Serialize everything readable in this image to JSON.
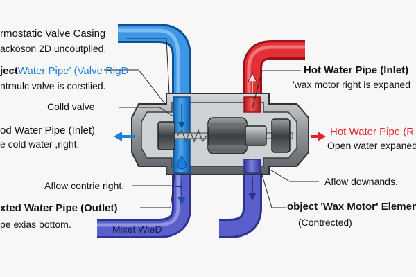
{
  "labels": {
    "casing_title": "rmostatic Valve Casing",
    "casing_sub": "ackoson 2D uncoutplied.",
    "valve_title_a": "ject",
    "valve_title_b": "Water Pipe' (Valve RigD",
    "valve_sub": "ntraulc valve is corstlied.",
    "cold_valve": "Colld valve",
    "cold_pipe_title": "od Water Pipe (Inlet)",
    "cold_pipe_sub": "e cold water ,right.",
    "aflow_left": "Aflow contrie right.",
    "mixed_title": "xted Water Pipe (Outlet)",
    "mixed_sub": "pe exias bottom.",
    "mixed_pipe_text": "Mixet WieD",
    "hot_title": "Hot Water Pipe (Inlet)",
    "hot_sub": "'wax motor right is expaned",
    "hot_red_title": "Hot Water Pipe (R",
    "hot_red_sub": "Open water expaned",
    "aflow_right": "Aflow downands.",
    "wax_title": "object 'Wax Motor' Element",
    "wax_sub": "(Contrected)"
  },
  "colors": {
    "cold": "#1f7fd6",
    "hot": "#e3232a",
    "mixed": "#4a4fb8",
    "casing": "#8a8d90",
    "background": "#f7f7f7"
  },
  "icons": [
    "arrow-left-icon",
    "arrow-right-icon",
    "arrow-up-icon",
    "arrow-down-icon",
    "water-drop-icon"
  ]
}
